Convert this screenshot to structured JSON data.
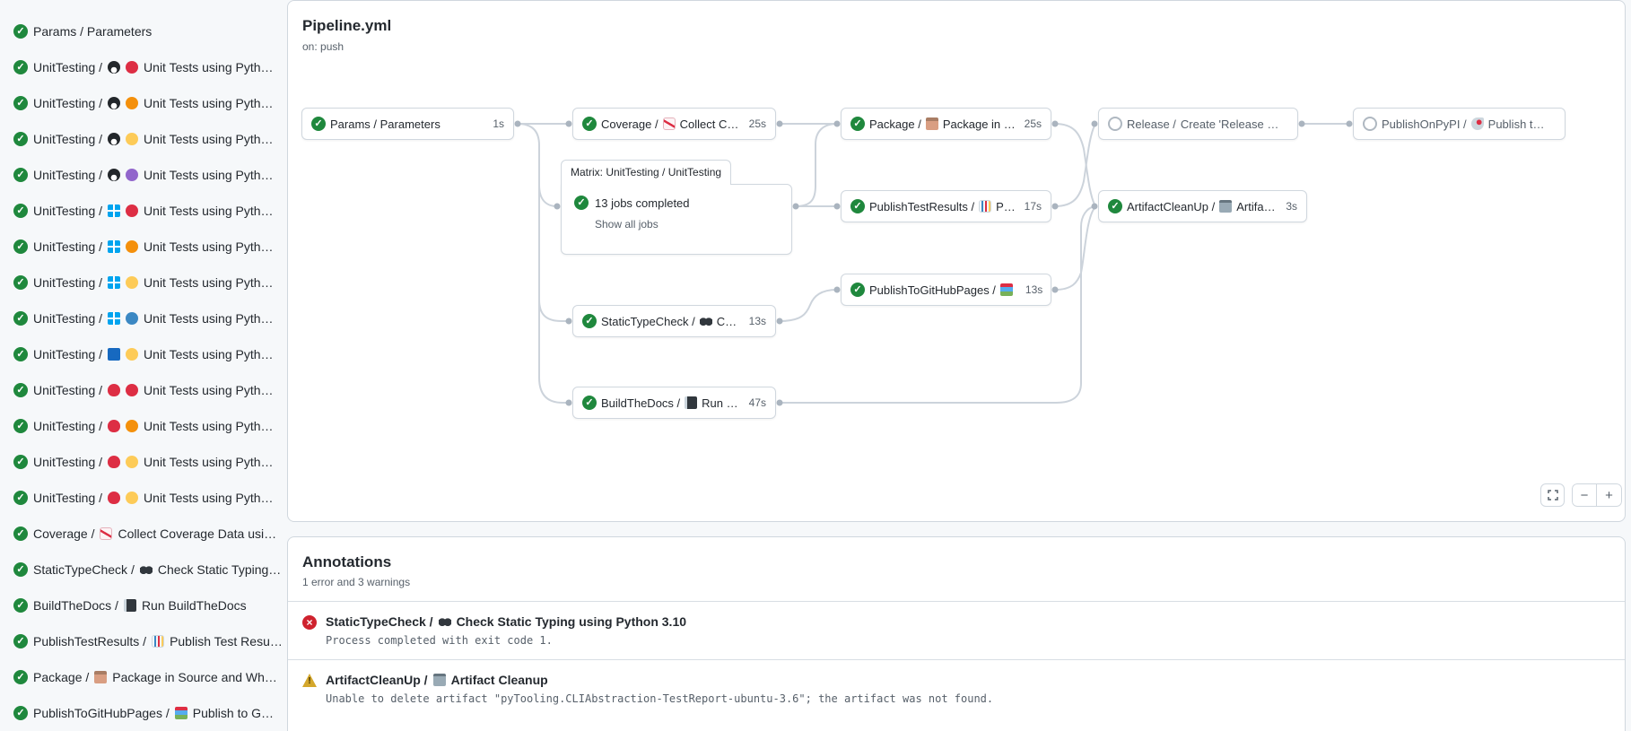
{
  "colors": {
    "success": "#1f883d",
    "error": "#cf222e",
    "warning": "#d4a72c"
  },
  "sidebar": {
    "items": [
      {
        "status": "success",
        "text1": "Params / Parameters",
        "icon1": "",
        "icon2": "",
        "text2": ""
      },
      {
        "status": "success",
        "text1": "UnitTesting /",
        "icon1": "penguin",
        "icon2": "dot-red",
        "text2": "Unit Tests using Pyth…"
      },
      {
        "status": "success",
        "text1": "UnitTesting /",
        "icon1": "penguin",
        "icon2": "dot-orange",
        "text2": "Unit Tests using Pyth…"
      },
      {
        "status": "success",
        "text1": "UnitTesting /",
        "icon1": "penguin",
        "icon2": "dot-yellow",
        "text2": "Unit Tests using Pyth…"
      },
      {
        "status": "success",
        "text1": "UnitTesting /",
        "icon1": "penguin",
        "icon2": "dot-purple",
        "text2": "Unit Tests using Pyth…"
      },
      {
        "status": "success",
        "text1": "UnitTesting /",
        "icon1": "windows",
        "icon2": "dot-red",
        "text2": "Unit Tests using Pyth…"
      },
      {
        "status": "success",
        "text1": "UnitTesting /",
        "icon1": "windows",
        "icon2": "dot-orange",
        "text2": "Unit Tests using Pyth…"
      },
      {
        "status": "success",
        "text1": "UnitTesting /",
        "icon1": "windows",
        "icon2": "dot-yellow",
        "text2": "Unit Tests using Pyth…"
      },
      {
        "status": "success",
        "text1": "UnitTesting /",
        "icon1": "windows",
        "icon2": "dot-blue",
        "text2": "Unit Tests using Pyth…"
      },
      {
        "status": "success",
        "text1": "UnitTesting /",
        "icon1": "bluesquare",
        "icon2": "dot-yellow",
        "text2": "Unit Tests using Pyth…"
      },
      {
        "status": "success",
        "text1": "UnitTesting /",
        "icon1": "apple",
        "icon2": "dot-red",
        "text2": "Unit Tests using Pyth…"
      },
      {
        "status": "success",
        "text1": "UnitTesting /",
        "icon1": "apple",
        "icon2": "dot-orange",
        "text2": "Unit Tests using Pyth…"
      },
      {
        "status": "success",
        "text1": "UnitTesting /",
        "icon1": "apple",
        "icon2": "dot-yellow",
        "text2": "Unit Tests using Pyth…"
      },
      {
        "status": "success",
        "text1": "UnitTesting /",
        "icon1": "apple",
        "icon2": "dot-yellow",
        "text2": "Unit Tests using Pyth…"
      },
      {
        "status": "success",
        "text1": "Coverage /",
        "icon1": "chart",
        "icon2": "",
        "text2": "Collect Coverage Data usi…"
      },
      {
        "status": "success",
        "text1": "StaticTypeCheck /",
        "icon1": "glasses",
        "icon2": "",
        "text2": "Check Static Typing…"
      },
      {
        "status": "success",
        "text1": "BuildTheDocs /",
        "icon1": "notebook",
        "icon2": "",
        "text2": "Run BuildTheDocs"
      },
      {
        "status": "success",
        "text1": "PublishTestResults /",
        "icon1": "barchart",
        "icon2": "",
        "text2": "Publish Test Resu…"
      },
      {
        "status": "success",
        "text1": "Package /",
        "icon1": "package",
        "icon2": "",
        "text2": "Package in Source and Wh…"
      },
      {
        "status": "success",
        "text1": "PublishToGitHubPages /",
        "icon1": "books",
        "icon2": "",
        "text2": "Publish to G…"
      }
    ]
  },
  "graph": {
    "title": "Pipeline.yml",
    "trigger": "on: push",
    "matrix": {
      "header": "Matrix: UnitTesting / UnitTesting",
      "summary": "13 jobs completed",
      "link": "Show all jobs"
    },
    "nodes": [
      {
        "status": "success",
        "name": "Params / Parameters",
        "icon": "",
        "label": "",
        "duration": "1s"
      },
      {
        "status": "success",
        "name": "Coverage /",
        "icon": "chart",
        "label": "Collect Cove…",
        "duration": "25s"
      },
      {
        "status": "success",
        "name": "Package /",
        "icon": "package",
        "label": "Package in So…",
        "duration": "25s"
      },
      {
        "status": "skipped",
        "name": "Release /",
        "icon": "",
        "label": "Create 'Release P…",
        "duration": ""
      },
      {
        "status": "skipped",
        "name": "PublishOnPyPI /",
        "icon": "rocket",
        "label": "Publish to …",
        "duration": ""
      },
      {
        "status": "success",
        "name": "PublishTestResults /",
        "icon": "barchart",
        "label": "Pu…",
        "duration": "17s"
      },
      {
        "status": "success",
        "name": "ArtifactCleanUp /",
        "icon": "trash",
        "label": "Artifac…",
        "duration": "3s"
      },
      {
        "status": "success",
        "name": "PublishToGitHubPages /",
        "icon": "books",
        "label": "…",
        "duration": "13s"
      },
      {
        "status": "success",
        "name": "StaticTypeCheck /",
        "icon": "glasses",
        "label": "Chec…",
        "duration": "13s"
      },
      {
        "status": "success",
        "name": "BuildTheDocs /",
        "icon": "notebook",
        "label": "Run Buil…",
        "duration": "47s"
      }
    ],
    "controls": {
      "zoom_out": "−",
      "zoom_in": "+"
    }
  },
  "annotations": {
    "title": "Annotations",
    "summary": "1 error and 3 warnings",
    "items": [
      {
        "type": "error",
        "name": "StaticTypeCheck /",
        "icon": "glasses",
        "rest": "Check Static Typing using Python 3.10",
        "message": "Process completed with exit code 1."
      },
      {
        "type": "warning",
        "name": "ArtifactCleanUp /",
        "icon": "trash",
        "rest": "Artifact Cleanup",
        "message": "Unable to delete artifact \"pyTooling.CLIAbstraction-TestReport-ubuntu-3.6\"; the artifact was not found."
      }
    ]
  }
}
